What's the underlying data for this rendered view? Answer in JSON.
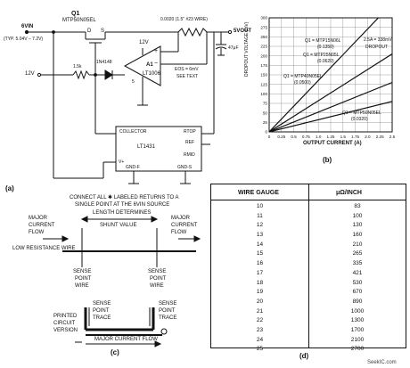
{
  "circuit": {
    "q1_ref": "Q1",
    "q1_part": "MTP50N05EL",
    "vin_label": "6VIN",
    "vin_range": "(TYP. 5.04V – 7.2V)",
    "d_pin": "D",
    "s_pin": "S",
    "shunt_label": "0.0020 (1.5\" #23 WIRE)",
    "vout_label": "5VOUT",
    "cap_label": "47μF",
    "v12_top": "12V",
    "v12_left": "12V",
    "res_label": "1.5k",
    "diode_label": "1N4148",
    "amp_ref": "A1",
    "amp_part": "LT1006",
    "amp_pin5": "5",
    "amp_plus": "+",
    "amp_minus": "−",
    "eos_label": "EOS = 6mV",
    "see_text": "SEE TEXT",
    "collector_label": "COLLECTOR",
    "ic_label": "LT1431",
    "rtop_label": "RTOP",
    "ref_label": "REF",
    "rmid_label": "RMID",
    "vplus_label": "V+",
    "gndf_label": "GND-F",
    "gnds_label": "GND-S",
    "panel_a": "(a)"
  },
  "chart_data": {
    "type": "line",
    "ylabel": "DROPOUT VOLTAGE (mV)",
    "xlabel": "OUTPUT CURRENT (A)",
    "panel": "(b)",
    "xlim": [
      0,
      2.5
    ],
    "ylim": [
      0,
      300
    ],
    "xticks": [
      "0",
      "0.25",
      "0.5",
      "0.75",
      "1.0",
      "1.25",
      "1.5",
      "1.75",
      "2.0",
      "2.25",
      "2.5"
    ],
    "yticks": [
      "0",
      "25",
      "50",
      "75",
      "100",
      "125",
      "150",
      "175",
      "200",
      "225",
      "250",
      "275",
      "300"
    ],
    "series": [
      {
        "name": "Q1 = MTP15N06L",
        "x": [
          0,
          2.5
        ],
        "y": [
          0,
          338
        ]
      },
      {
        "name": "Q1 = MTP25N05L (0.0620)",
        "x": [
          0,
          2.5
        ],
        "y": [
          0,
          205
        ]
      },
      {
        "name": "Q1 = MTP40N05EL (0.0500)",
        "x": [
          0,
          2.5
        ],
        "y": [
          0,
          130
        ]
      },
      {
        "name": "Q1 = MTP50N05EL (0.0320)",
        "x": [
          0,
          2.5
        ],
        "y": [
          0,
          80
        ]
      }
    ],
    "annotations": [
      "Q1 = MTP15N06L",
      "(0.1350)",
      "2.5A = 338mV",
      "DROPOUT",
      "Q1 = MTP25N05L",
      "(0.0620)",
      "Q1 = MTP40N05EL",
      "(0.0500)",
      "Q1 = MTP50N05EL",
      "(0.0320)"
    ]
  },
  "shunt_diagram": {
    "note_line1": "CONNECT ALL ✱ LABELED RETURNS TO A",
    "note_line2": "SINGLE POINT AT THE 6VIN SOURCE",
    "length_line1": "LENGTH DETERMINES",
    "length_line2": "SHUNT VALUE",
    "major_current_left": [
      "MAJOR",
      "CURRENT",
      "FLOW"
    ],
    "major_current_right": [
      "MAJOR",
      "CURRENT",
      "FLOW"
    ],
    "low_resistance": "LOW RESISTANCE WIRE",
    "sense_left": [
      "SENSE",
      "POINT",
      "WIRE"
    ],
    "sense_right": [
      "SENSE",
      "POINT",
      "WIRE"
    ],
    "pcb_label": [
      "PRINTED",
      "CIRCUIT",
      "VERSION"
    ],
    "sense_trace_left": [
      "SENSE",
      "POINT",
      "TRACE"
    ],
    "sense_trace_right": [
      "SENSE",
      "POINT",
      "TRACE"
    ],
    "major_flow_bottom": "MAJOR CURRENT FLOW",
    "panel": "(c)"
  },
  "table": {
    "header_gauge": "WIRE GAUGE",
    "header_unit": "μΩ/INCH",
    "panel": "(d)",
    "rows": [
      {
        "g": "10",
        "u": "83"
      },
      {
        "g": "11",
        "u": "100"
      },
      {
        "g": "12",
        "u": "130"
      },
      {
        "g": "13",
        "u": "160"
      },
      {
        "g": "14",
        "u": "210"
      },
      {
        "g": "15",
        "u": "265"
      },
      {
        "g": "16",
        "u": "335"
      },
      {
        "g": "17",
        "u": "421"
      },
      {
        "g": "18",
        "u": "530"
      },
      {
        "g": "19",
        "u": "670"
      },
      {
        "g": "20",
        "u": "890"
      },
      {
        "g": "21",
        "u": "1000"
      },
      {
        "g": "22",
        "u": "1300"
      },
      {
        "g": "23",
        "u": "1700"
      },
      {
        "g": "24",
        "u": "2100"
      },
      {
        "g": "25",
        "u": "2700"
      }
    ]
  },
  "watermark": "SeekIC.com"
}
